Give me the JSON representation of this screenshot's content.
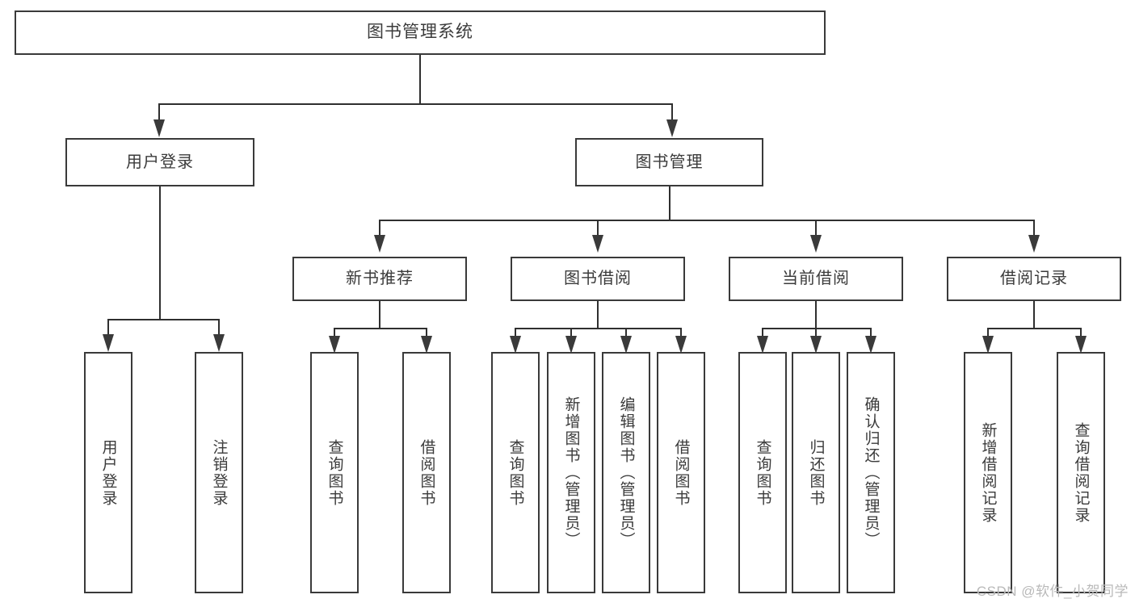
{
  "diagram": {
    "type": "tree",
    "title": "图书管理系统",
    "root": {
      "label": "图书管理系统"
    },
    "level2": [
      {
        "label": "用户登录"
      },
      {
        "label": "图书管理"
      }
    ],
    "level3": [
      {
        "label": "新书推荐"
      },
      {
        "label": "图书借阅"
      },
      {
        "label": "当前借阅"
      },
      {
        "label": "借阅记录"
      }
    ],
    "leaves": {
      "user_login": [
        {
          "label": "用户登录"
        },
        {
          "label": "注销登录"
        }
      ],
      "new_book_recommend": [
        {
          "label": "查询图书"
        },
        {
          "label": "借阅图书"
        }
      ],
      "book_borrow": [
        {
          "label": "查询图书"
        },
        {
          "label": "新增图书（管理员）"
        },
        {
          "label": "编辑图书（管理员）"
        },
        {
          "label": "借阅图书"
        }
      ],
      "current_borrow": [
        {
          "label": "查询图书"
        },
        {
          "label": "归还图书"
        },
        {
          "label": "确认归还（管理员）"
        }
      ],
      "borrow_record": [
        {
          "label": "新增借阅记录"
        },
        {
          "label": "查询借阅记录"
        }
      ]
    }
  },
  "watermark": {
    "text": "CSDN @软件_小贺同学"
  },
  "colors": {
    "box_border": "#3a3a3a",
    "line": "#2f2f2f",
    "text": "#3b3b3b",
    "background": "#ffffff",
    "watermark": "#b9b9b9"
  }
}
